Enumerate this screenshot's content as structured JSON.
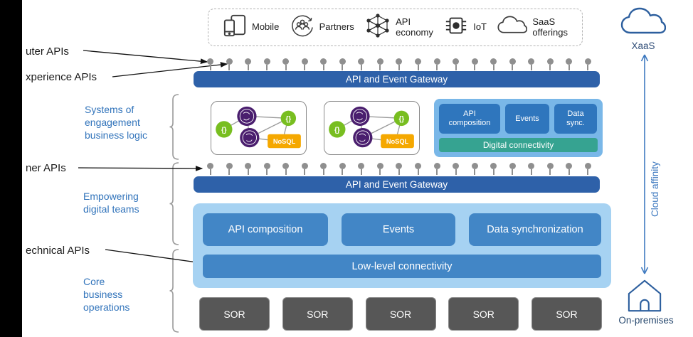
{
  "left_labels": {
    "outer": "uter APIs",
    "experience": "xperience APIs",
    "inner": "ner APIs",
    "technical": "echnical APIs"
  },
  "sections": {
    "engagement": "Systems of\nengagement\nbusiness logic",
    "teams": "Empowering\ndigital teams",
    "core": "Core\nbusiness\noperations"
  },
  "channels": {
    "items": [
      {
        "icon": "mobile-icon",
        "label": "Mobile"
      },
      {
        "icon": "partners-icon",
        "label": "Partners"
      },
      {
        "icon": "api-economy-icon",
        "label": "API\neconomy"
      },
      {
        "icon": "iot-icon",
        "label": "IoT"
      },
      {
        "icon": "saas-icon",
        "label": "SaaS\nofferings"
      }
    ]
  },
  "gateways": {
    "label": "API and Event Gateway",
    "dot_count": 21
  },
  "soe": {
    "braces_glyph": "{}",
    "microservice_boxes": [
      {
        "nosql_label": "NoSQL"
      },
      {
        "nosql_label": "NoSQL"
      }
    ],
    "capability_panel": {
      "boxes": [
        "API\ncomposition",
        "Events",
        "Data\nsync."
      ],
      "bar": "Digital connectivity"
    }
  },
  "teams_panel": {
    "boxes": [
      "API composition",
      "Events",
      "Data synchronization"
    ],
    "bar": "Low-level connectivity"
  },
  "sor": {
    "labels": [
      "SOR",
      "SOR",
      "SOR",
      "SOR",
      "SOR"
    ]
  },
  "right_rail": {
    "top_label": "XaaS",
    "axis_label": "Cloud affinity",
    "bottom_label": "On-premises"
  },
  "colors": {
    "gateway_blue": "#2e61a9",
    "panel_light_blue": "#79b7e8",
    "big_panel_light_blue": "#a6d2f2",
    "box_blue": "#4286c6",
    "small_box_blue": "#2f76bd",
    "teal": "#36a391",
    "nosql_amber": "#f5a800",
    "green_node": "#78be20",
    "purple_node": "#4a1e6e",
    "sor_gray": "#575757",
    "dot_gray": "#8f8f8f",
    "label_blue": "#3274bb",
    "rail_navy": "#2d5f9e"
  }
}
